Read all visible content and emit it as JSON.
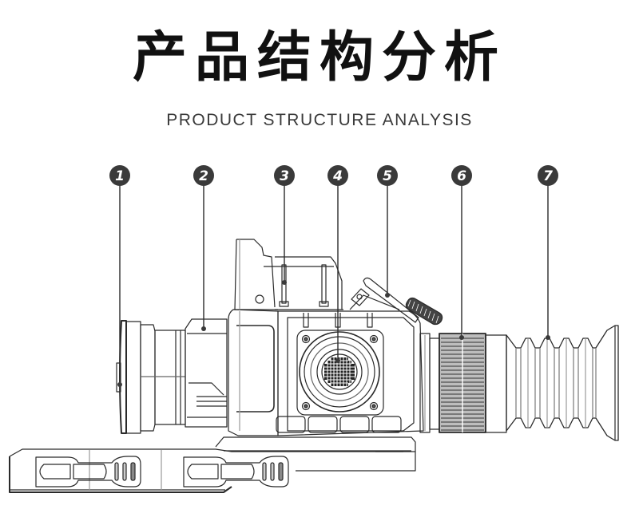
{
  "header": {
    "title": "产品结构分析",
    "subtitle": "PRODUCT STRUCTURE ANALYSIS"
  },
  "diagram": {
    "subject": "thermal-riflescope",
    "colors": {
      "line": "#2a2a2a",
      "callout_fill": "#3a3a3a",
      "callout_text": "#ffffff",
      "background": "#ffffff"
    },
    "callouts": [
      {
        "number": "1",
        "target": "objective-lens-cap"
      },
      {
        "number": "2",
        "target": "objective-lens-barrel"
      },
      {
        "number": "3",
        "target": "top-handle"
      },
      {
        "number": "4",
        "target": "side-port"
      },
      {
        "number": "5",
        "target": "control-knob-arm"
      },
      {
        "number": "6",
        "target": "diopter-ring"
      },
      {
        "number": "7",
        "target": "eyecup"
      }
    ]
  }
}
